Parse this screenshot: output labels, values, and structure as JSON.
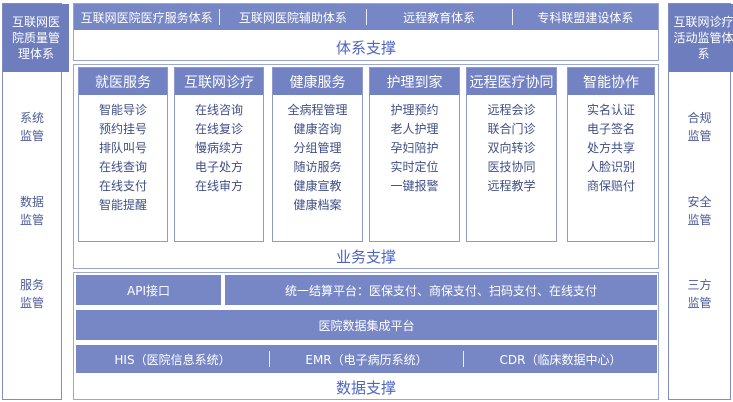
{
  "left_panel": {
    "title": "互联网医院质量管理体系",
    "items": [
      {
        "line1": "系统",
        "line2": "监管"
      },
      {
        "line1": "数据",
        "line2": "监管"
      },
      {
        "line1": "服务",
        "line2": "监管"
      }
    ]
  },
  "right_panel": {
    "title": "互联网诊疗活动监管体系",
    "items": [
      {
        "line1": "合规",
        "line2": "监管"
      },
      {
        "line1": "安全",
        "line2": "监管"
      },
      {
        "line1": "三方",
        "line2": "监管"
      }
    ]
  },
  "system_layer": {
    "items": [
      "互联网医院医疗服务体系",
      "互联网医院辅助体系",
      "远程教育体系",
      "专科联盟建设体系"
    ],
    "title": "体系支撑"
  },
  "business_layer": {
    "columns": [
      {
        "header": "就医服务",
        "items": [
          "智能导诊",
          "预约挂号",
          "排队叫号",
          "在线查询",
          "在线支付",
          "智能提醒"
        ]
      },
      {
        "header": "互联网诊疗",
        "items": [
          "在线咨询",
          "在线复诊",
          "慢病续方",
          "电子处方",
          "在线审方"
        ]
      },
      {
        "header": "健康服务",
        "items": [
          "全病程管理",
          "健康咨询",
          "分组管理",
          "随访服务",
          "健康宣教",
          "健康档案"
        ]
      },
      {
        "header": "护理到家",
        "items": [
          "护理预约",
          "老人护理",
          "孕妇陪护",
          "实时定位",
          "一键报警"
        ]
      },
      {
        "header": "远程医疗协同",
        "items": [
          "远程会诊",
          "联合门诊",
          "双向转诊",
          "医技协同",
          "远程教学"
        ]
      },
      {
        "header": "智能协作",
        "items": [
          "实名认证",
          "电子签名",
          "处方共享",
          "人脸识别",
          "商保赔付"
        ]
      }
    ],
    "title": "业务支撑"
  },
  "data_layer": {
    "api": "API接口",
    "payment": "统一结算平台：医保支付、商保支付、扫码支付、在线支付",
    "integration": "医院数据集成平台",
    "systems": [
      "HIS（医院信息系统）",
      "EMR（电子病历系统）",
      "CDR（临床数据中心）"
    ],
    "title": "数据支撑"
  },
  "colors": {
    "primary": "#7786c4",
    "title_text": "#4e66c1",
    "border": "#8d99cf"
  }
}
